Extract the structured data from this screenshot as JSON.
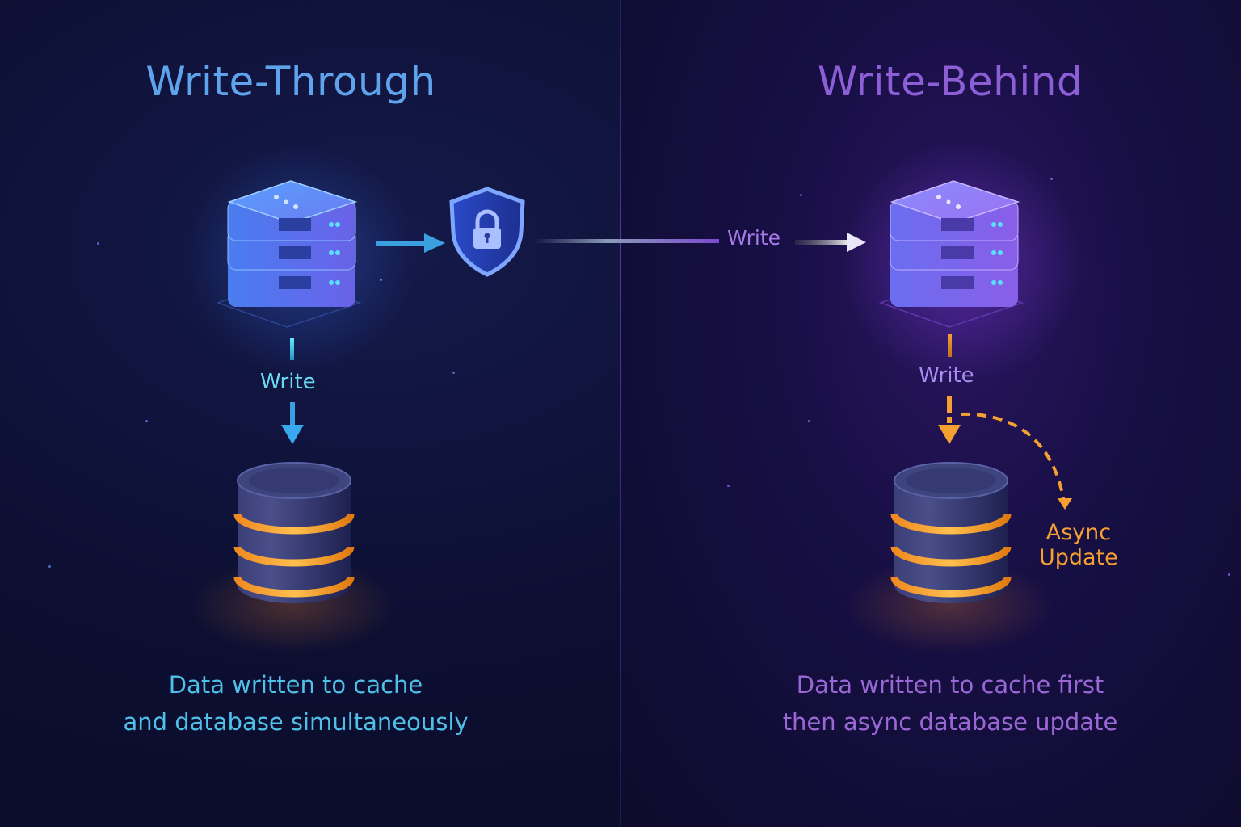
{
  "left": {
    "title": "Write-Through",
    "flow_label": "Write",
    "description_line1": "Data written to cache",
    "description_line2": "and database simultaneously",
    "accent_color": "#5fa3ec"
  },
  "right": {
    "title": "Write-Behind",
    "incoming_label": "Write",
    "flow_label": "Write",
    "async_label_line1": "Async",
    "async_label_line2": "Update",
    "description_line1": "Data written to cache first",
    "description_line2": "then async database update",
    "accent_color": "#8c5fd6",
    "async_color": "#f5a030"
  },
  "icons": [
    "server-stack-icon",
    "shield-lock-icon",
    "database-icon",
    "arrow-icon"
  ]
}
